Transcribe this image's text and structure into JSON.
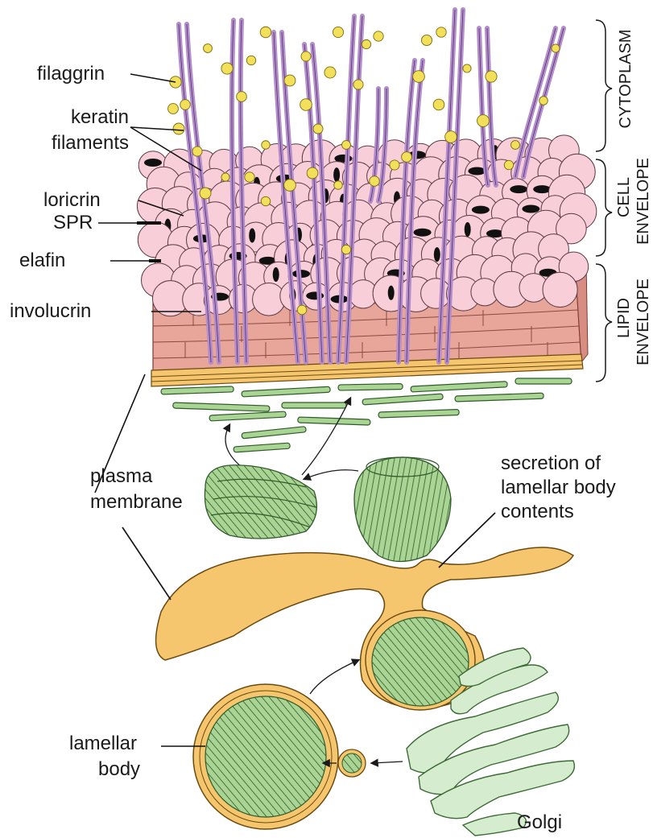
{
  "labels": {
    "filaggrin": "filaggrin",
    "keratin_line1": "keratin",
    "keratin_line2": "filaments",
    "loricrin": "loricrin",
    "spr": "SPR",
    "elafin": "elafin",
    "involucrin": "involucrin",
    "plasma_line1": "plasma",
    "plasma_line2": "membrane",
    "secretion_line1": "secretion of",
    "secretion_line2": "lamellar body",
    "secretion_line3": "contents",
    "lamellar_line1": "lamellar",
    "lamellar_line2": "body",
    "golgi": "Golgi"
  },
  "side_labels": {
    "cytoplasm": "CYTOPLASM",
    "cell_envelope_line1": "CELL",
    "cell_envelope_line2": "ENVELOPE",
    "lipid_envelope_line1": "LIPID",
    "lipid_envelope_line2": "ENVELOPE"
  },
  "colors": {
    "keratin": "#b38ccc",
    "filaggrin": "#f3e05a",
    "loricrin": "#f8cfd9",
    "spr": "#111111",
    "involucrin": "#e8a59a",
    "membrane": "#f6c66e",
    "lipid": "#9fcb8d",
    "golgi": "#cfe8c8"
  }
}
